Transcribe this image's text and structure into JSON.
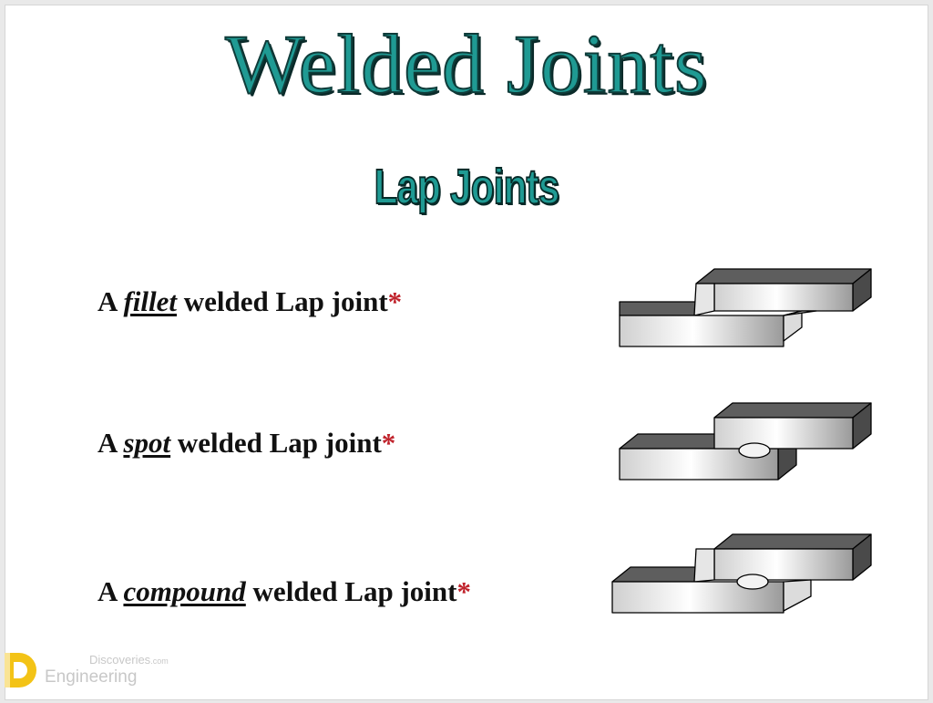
{
  "slide": {
    "title": "Welded Joints",
    "subtitle": "Lap Joints"
  },
  "items": [
    {
      "prefix": "A ",
      "keyword": "fillet",
      "suffix": " welded Lap joint",
      "mark": "*",
      "diagram_icon": "fillet-lap-joint-icon"
    },
    {
      "prefix": "A ",
      "keyword": "spot",
      "suffix": " welded Lap joint",
      "mark": "*",
      "diagram_icon": "spot-lap-joint-icon"
    },
    {
      "prefix": "A ",
      "keyword": "compound",
      "suffix": " welded Lap joint",
      "mark": "*",
      "diagram_icon": "compound-lap-joint-icon"
    }
  ],
  "watermark": {
    "brand_top": "Discoveries",
    "brand_domain": ".com",
    "brand_bottom": "Engineering"
  },
  "colors": {
    "title": "#1f9a93",
    "asterisk": "#c0232c",
    "watermark_accent": "#f3c316"
  }
}
